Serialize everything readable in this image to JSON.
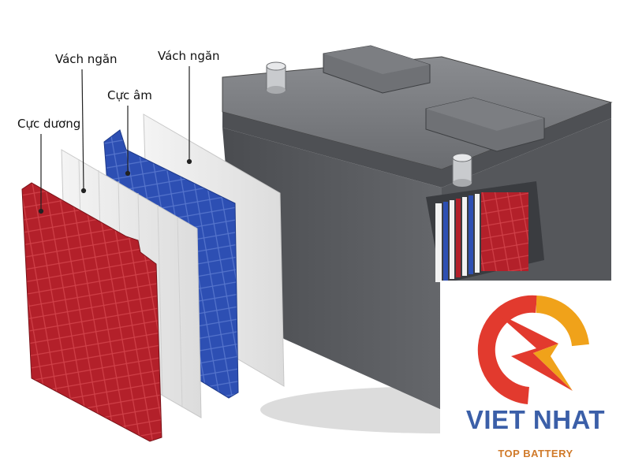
{
  "labels": {
    "positive_plate": "Cực dương",
    "separator_1": "Vách ngăn",
    "negative_plate": "Cực âm",
    "separator_2": "Vách ngăn"
  },
  "logo": {
    "name": "VIET NHAT",
    "tagline": "TOP BATTERY"
  },
  "colors": {
    "positive_plate": "#b3202a",
    "negative_plate": "#2d4fb3",
    "separator": "#e8e8e8",
    "battery_case": "#5a5c60",
    "brand_name": "#3b5fa8",
    "brand_tagline": "#d07a2a",
    "logo_red": "#e23a2e",
    "logo_orange": "#f0a21a"
  },
  "icons": [
    "lightning-bolt-logo-icon",
    "battery-terminal-icon"
  ]
}
